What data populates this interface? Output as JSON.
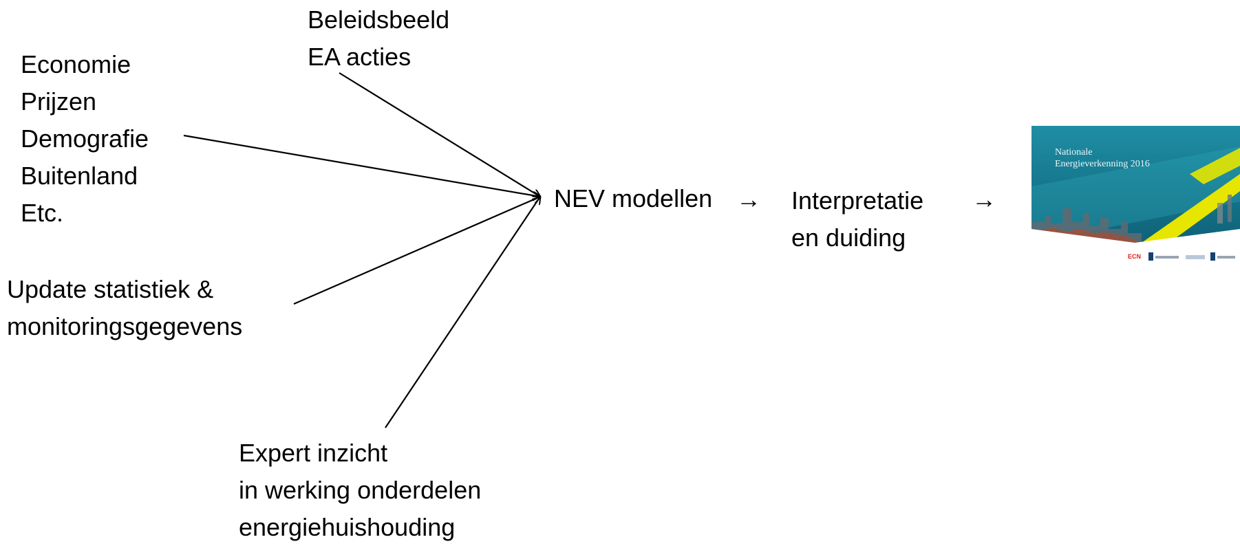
{
  "inputs": {
    "top": [
      "Beleidsbeeld",
      "EA acties"
    ],
    "left": [
      "Economie",
      "Prijzen",
      "Demografie",
      "Buitenland",
      "Etc."
    ],
    "statistics": [
      "Update statistiek &",
      "monitoringsgegevens"
    ],
    "expert": [
      "Expert inzicht",
      "in werking onderdelen",
      "energiehuishouding"
    ]
  },
  "flow": {
    "models": "NEV modellen",
    "arrow_glyph": "→",
    "interpretation": [
      "Interpretatie",
      "en duiding"
    ]
  },
  "report_cover": {
    "title": [
      "Nationale",
      "Energieverkenning 2016"
    ],
    "logo_text": "ECN"
  },
  "colors": {
    "cover_teal": "#177a90",
    "cover_yellow": "#e6e600",
    "ecn_red": "#e2231a",
    "logo_blue": "#154273"
  }
}
